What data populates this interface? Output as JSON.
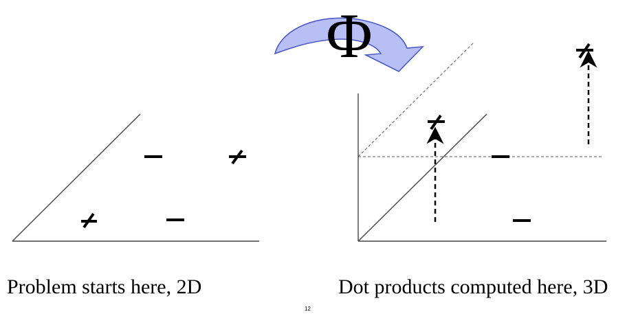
{
  "slide": {
    "mapping_symbol": "Φ",
    "left_panel": {
      "caption": "Problem starts here, 2D",
      "points": [
        {
          "label": "+",
          "class": "positive"
        },
        {
          "label": "−",
          "class": "negative"
        },
        {
          "label": "+",
          "class": "positive"
        },
        {
          "label": "−",
          "class": "negative"
        }
      ]
    },
    "right_panel": {
      "caption": "Dot products computed here, 3D",
      "points": [
        {
          "label": "+",
          "class": "positive",
          "lifted": true
        },
        {
          "label": "−",
          "class": "negative",
          "lifted": false
        },
        {
          "label": "+",
          "class": "positive",
          "lifted": true
        },
        {
          "label": "−",
          "class": "negative",
          "lifted": false
        }
      ]
    },
    "page_number": "12"
  },
  "colors": {
    "arrow_fill": "#b7bff5",
    "arrow_stroke": "#4c59c9",
    "ink": "#000000",
    "guide": "#555555"
  },
  "icons": {
    "mapping_arrow": "curved-arrow-icon",
    "positive_marker": "plus-sign-icon",
    "negative_marker": "minus-sign-icon"
  }
}
